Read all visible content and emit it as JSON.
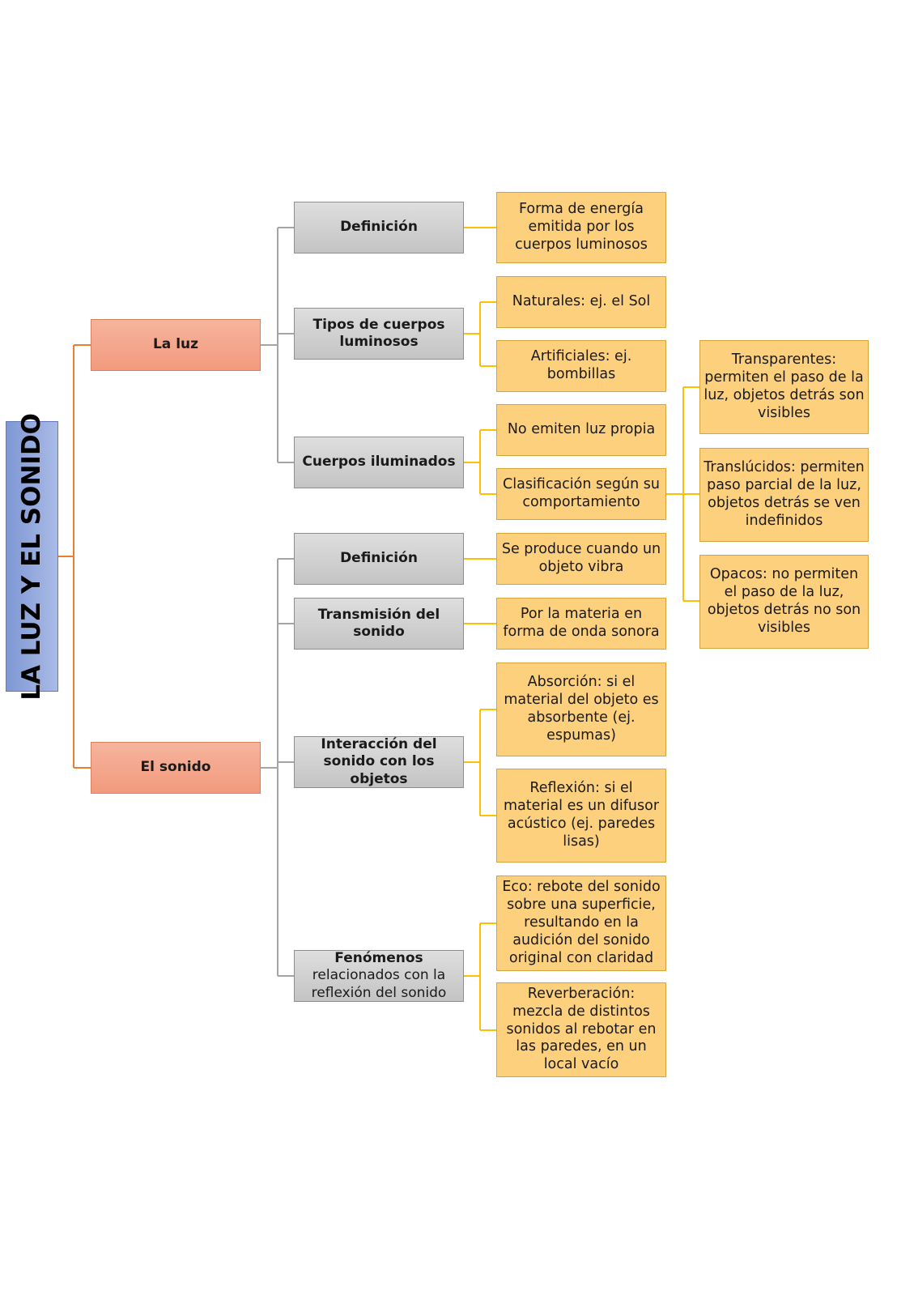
{
  "title": "LA LUZ Y EL SONIDO",
  "branches": {
    "luz": {
      "label": "La luz",
      "definicion": {
        "label": "Definición",
        "text": "Forma de energía emitida por los cuerpos luminosos"
      },
      "tipos": {
        "label": "Tipos de cuerpos luminosos",
        "naturales": "Naturales: ej. el Sol",
        "artificiales": "Artificiales: ej. bombillas"
      },
      "iluminados": {
        "label": "Cuerpos iluminados",
        "no_emiten": "No emiten luz propia",
        "clasificacion": "Clasificación según su comportamiento",
        "transparentes": "Transparentes: permiten el paso de la luz, objetos detrás son visibles",
        "translucidos": "Translúcidos: permiten paso parcial de la luz, objetos detrás se ven indefinidos",
        "opacos": "Opacos: no permiten el paso de la luz, objetos detrás no son visibles"
      }
    },
    "sonido": {
      "label": "El sonido",
      "definicion": {
        "label": "Definición",
        "text": "Se produce cuando un objeto vibra"
      },
      "transmision": {
        "label": "Transmisión del sonido",
        "text": "Por la materia en forma de onda sonora"
      },
      "interaccion": {
        "label": "Interacción del sonido con los objetos",
        "absorcion": "Absorción: si el material del objeto es absorbente (ej. espumas)",
        "reflexion": "Reflexión: si el material es un difusor acústico (ej. paredes lisas)"
      },
      "fenomenos": {
        "label_bold": "Fenómenos",
        "label_rest": "relacionados con la reflexión del sonido",
        "eco": "Eco: rebote del sonido sobre una superficie, resultando en la audición del sonido original con claridad",
        "reverberacion": "Reverberación: mezcla de distintos sonidos al rebotar en las paredes, en un local vacío"
      }
    }
  },
  "colors": {
    "title": "#a9bbe6",
    "level1": "#f4a586",
    "level2": "#d0d0d0",
    "level3": "#fdd07e",
    "line_orange": "#ed7d31",
    "line_gray": "#a5a5a5",
    "line_gold": "#ffc000"
  }
}
